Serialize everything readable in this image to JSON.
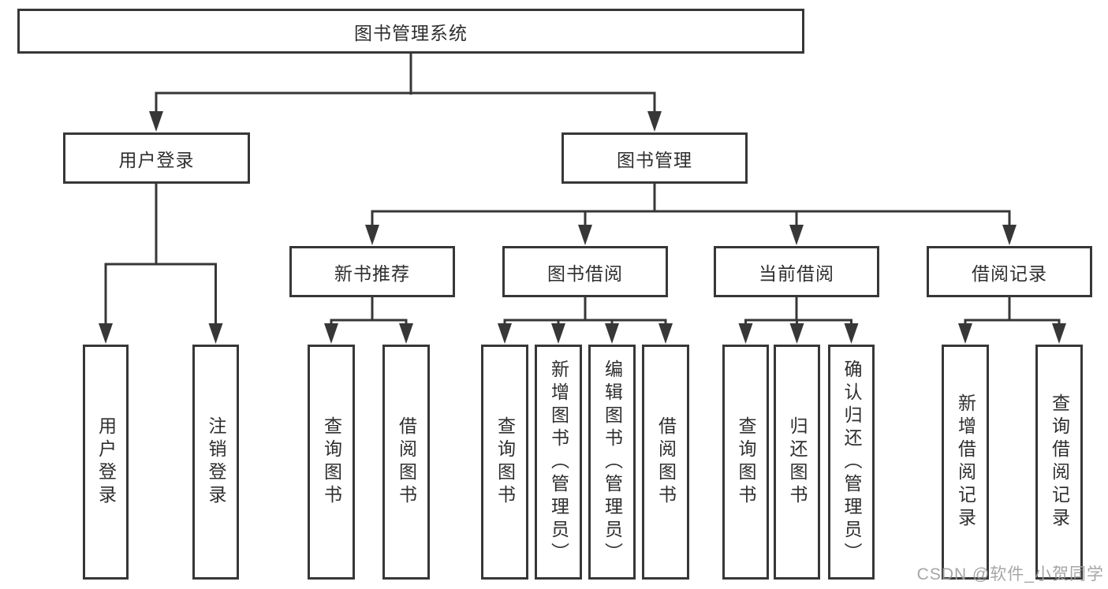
{
  "nodes": {
    "root": "图书管理系统",
    "user_login_group": "用户登录",
    "book_management": "图书管理",
    "new_book_recommend": "新书推荐",
    "book_borrow": "图书借阅",
    "current_borrow": "当前借阅",
    "borrow_records": "借阅记录",
    "user_login": "用户登录",
    "logout": "注销登录",
    "nb_query_books": "查询图书",
    "nb_borrow_books": "借阅图书",
    "bb_query_books": "查询图书",
    "bb_add_books": "新增图书（管理员）",
    "bb_edit_books": "编辑图书（管理员）",
    "bb_borrow_books": "借阅图书",
    "cb_query_books": "查询图书",
    "cb_return_books": "归还图书",
    "cb_confirm_return": "确认归还（管理员）",
    "br_add_record": "新增借阅记录",
    "br_query_record": "查询借阅记录"
  },
  "hierarchy": {
    "图书管理系统": [
      "用户登录",
      "图书管理"
    ],
    "用户登录": [
      "用户登录",
      "注销登录"
    ],
    "图书管理": [
      "新书推荐",
      "图书借阅",
      "当前借阅",
      "借阅记录"
    ],
    "新书推荐": [
      "查询图书",
      "借阅图书"
    ],
    "图书借阅": [
      "查询图书",
      "新增图书（管理员）",
      "编辑图书（管理员）",
      "借阅图书"
    ],
    "当前借阅": [
      "查询图书",
      "归还图书",
      "确认归还（管理员）"
    ],
    "借阅记录": [
      "新增借阅记录",
      "查询借阅记录"
    ]
  },
  "watermark": "CSDN @软件_小贺同学",
  "colors": {
    "line": "#373737",
    "box_border": "#373737",
    "text": "#2e2e2e",
    "watermark": "#9e9e9e",
    "background": "#ffffff"
  }
}
